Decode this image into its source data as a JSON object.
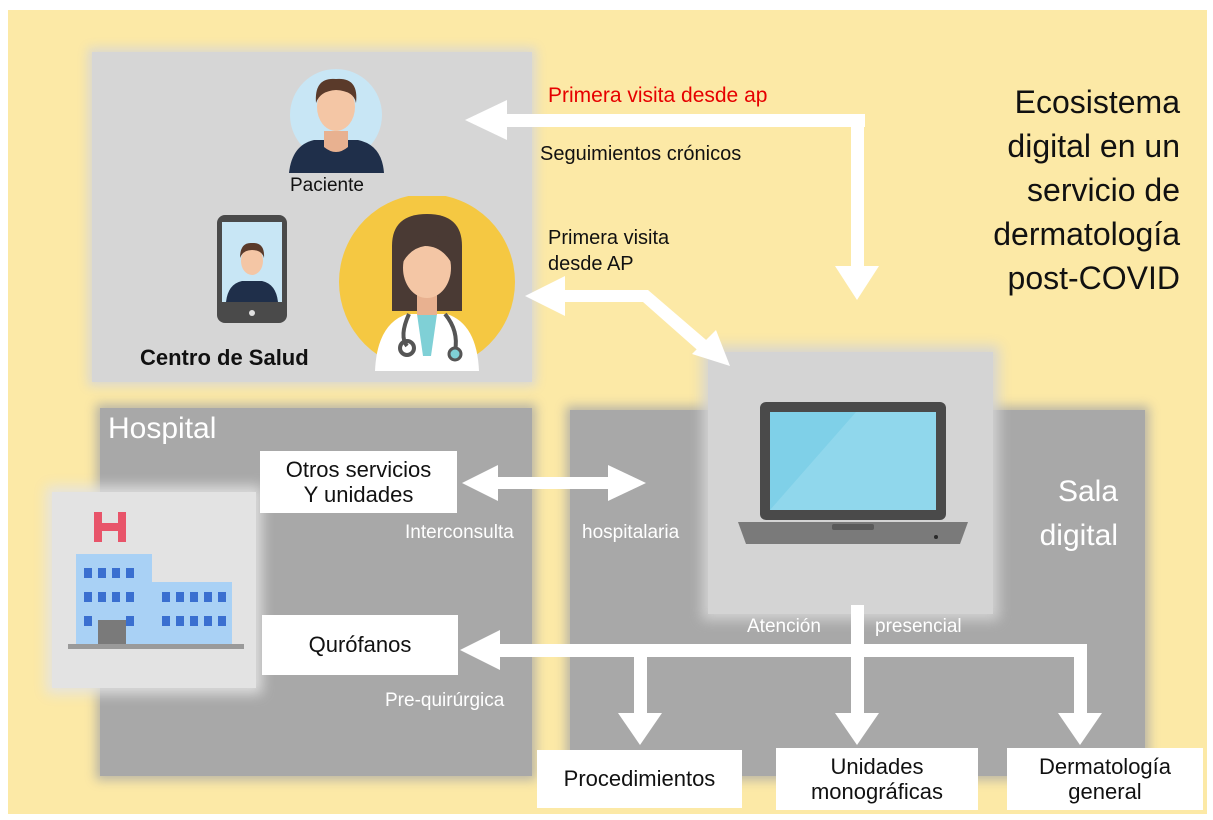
{
  "title": "Ecosistema\ndigital en un\nservicio de\ndermatología\npost-COVID",
  "health_center": {
    "patient_label": "Paciente",
    "center_label": "Centro de Salud"
  },
  "hospital": {
    "label": "Hospital",
    "other_services": "Otros servicios\nY unidades",
    "operating_rooms": "Qurófanos"
  },
  "sala_digital": {
    "label": "Sala\ndigital"
  },
  "flows": {
    "first_visit_ap_red": "Primera visita desde ap",
    "chronic_followups": "Seguimientos crónicos",
    "first_visit_ap": "Primera visita\ndesde AP",
    "interconsult": "Interconsulta",
    "hospital_word": "hospitalaria",
    "attention": "Atención",
    "in_person": "presencial",
    "pre_surgical": "Pre-quirúrgica"
  },
  "destinations": {
    "procedures": "Procedimientos",
    "monographic_units": "Unidades\nmonográficas",
    "general_dermatology": "Dermatología\ngeneral"
  },
  "colors": {
    "background": "#fce9a6",
    "accent_red": "#e60000",
    "arrow": "#ffffff",
    "panel_light": "#d6d6d6",
    "panel_dark": "#a8a8a8"
  }
}
